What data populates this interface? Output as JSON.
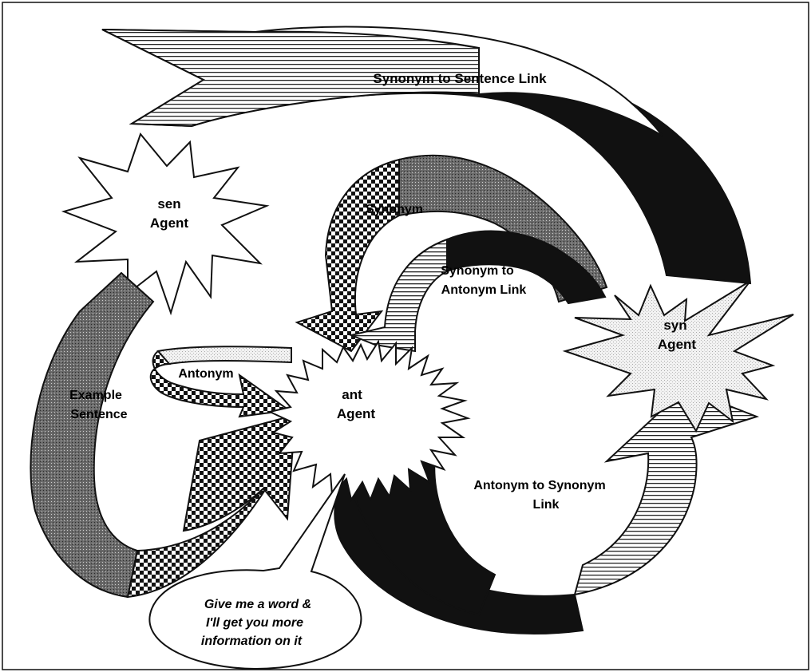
{
  "nodes": {
    "sen_agent": {
      "line1": "sen",
      "line2": "Agent"
    },
    "ant_agent": {
      "line1": "ant",
      "line2": "Agent"
    },
    "syn_agent": {
      "line1": "syn",
      "line2": "Agent"
    }
  },
  "links": {
    "synonym_to_sentence": "Synonym to Sentence Link",
    "synonym": "Synonym",
    "synonym_to_antonym_1": "Synonym to",
    "synonym_to_antonym_2": "Antonym Link",
    "antonym": "Antonym",
    "example_sentence_1": "Example",
    "example_sentence_2": "Sentence",
    "antonym_to_synonym_1": "Antonym to Synonym",
    "antonym_to_synonym_2": "Link"
  },
  "callout": {
    "line1": "Give me a word &",
    "line2": "I'll get you more",
    "line3": "information on it"
  },
  "colors": {
    "black": "#111111",
    "dark_stipple": "#777777",
    "light_stipple": "#d8d8d8",
    "hatch": "#222222"
  }
}
